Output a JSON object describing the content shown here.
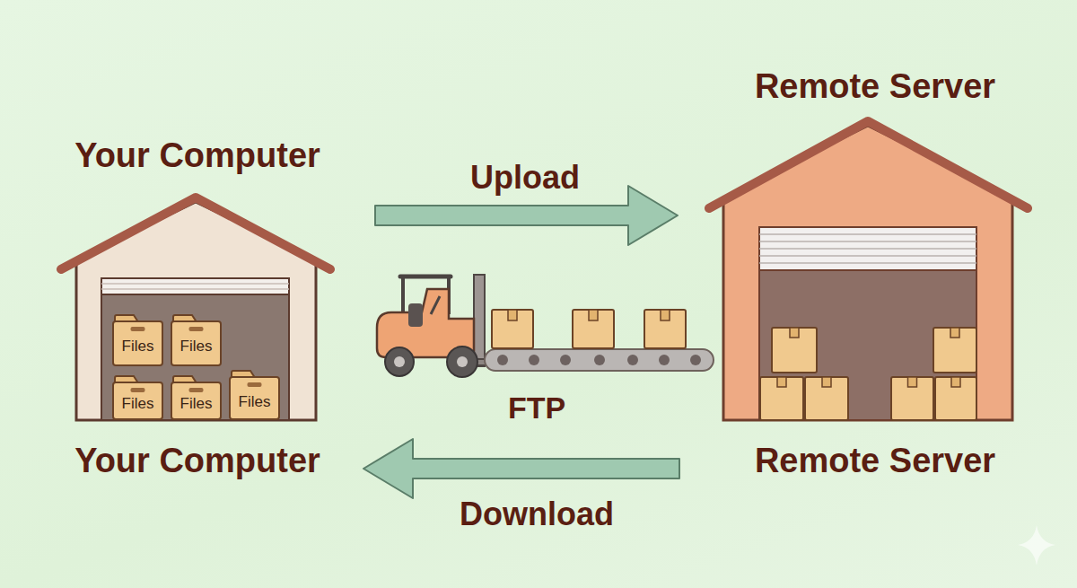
{
  "diagram": {
    "nodes": [
      {
        "text": [
          "Your Computer",
          "Your Computer"
        ]
      },
      {
        "text": [
          "Files"
        ],
        "in": 0
      },
      {
        "text": [
          "Files"
        ],
        "in": 0
      },
      {
        "text": [
          "Files"
        ],
        "in": 0
      },
      {
        "text": [
          "Files"
        ],
        "in": 0
      },
      {
        "text": [
          "Files"
        ],
        "in": 0
      },
      {
        "text": [
          "Remote Server",
          "Remote Server"
        ]
      }
    ],
    "edges": [
      {
        "from": 0,
        "to": 6,
        "label": "Upload",
        "arrow": "to"
      },
      {
        "from": 6,
        "to": 0,
        "label": "Download",
        "arrow": "to"
      }
    ],
    "labels": [
      "FTP"
    ]
  }
}
